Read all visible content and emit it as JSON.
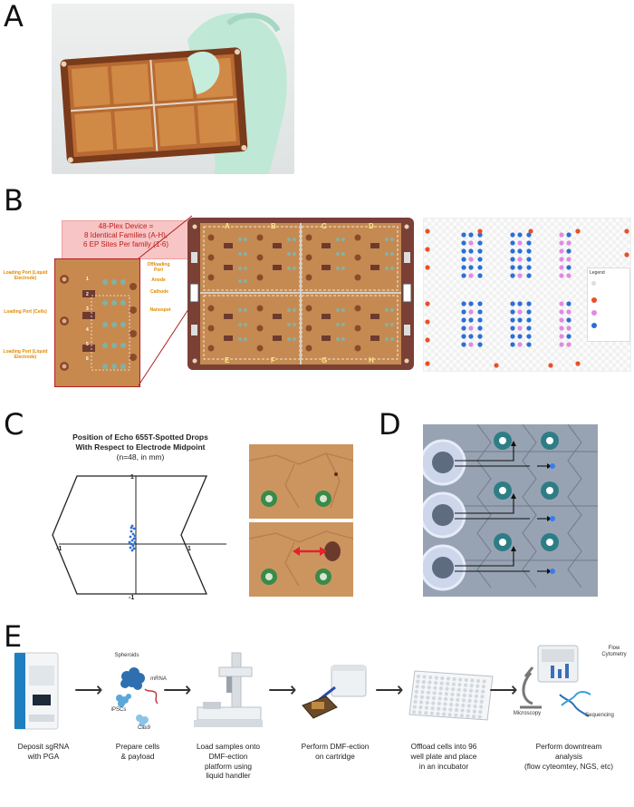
{
  "panels": {
    "a": "A",
    "b": "B",
    "c": "C",
    "d": "D",
    "e": "E"
  },
  "b": {
    "device_title_line1": "48-Plex Device =",
    "device_title_line2": "8 Identical Families (A-H),",
    "device_title_line3": "6 EP Sites Per family (1-6)",
    "left_labels": [
      "Loading Port (Liquid Electrode)",
      "Loading Port (Cells)",
      "Loading Port (Liquid Electrode)"
    ],
    "right_labels": [
      "Offloading Port",
      "Anode",
      "Cathode",
      "Nanospot"
    ],
    "site_numbers": [
      "1",
      "2",
      "3",
      "4",
      "5",
      "6"
    ],
    "family_letters_top": [
      "A",
      "B",
      "C",
      "D"
    ],
    "family_letters_bottom": [
      "E",
      "F",
      "G",
      "H"
    ],
    "legend_title": "Legend",
    "legend_colors": {
      "red": "#e8502a",
      "blue": "#2b6fd6",
      "pink": "#e08be0"
    }
  },
  "c": {
    "title_line1": "Position of Echo 655T-Spotted Drops",
    "title_line2": "With Respect to Electrode Midpoint",
    "title_line3": "(n=48, in mm)",
    "tick_top": "1",
    "tick_bottom": "-1",
    "tick_left": "-1",
    "tick_right": "1"
  },
  "e": {
    "steps": [
      {
        "caption": "Deposit sgRNA\nwith PGA"
      },
      {
        "caption": "Prepare cells\n& payload"
      },
      {
        "caption": "Load samples onto\nDMF-ection\nplatform using\nliquid handler"
      },
      {
        "caption": "Perform DMF-ection\non cartridge"
      },
      {
        "caption": "Offload cells into 96\nwell plate and place\nin an incubator"
      },
      {
        "caption": "Perform downtream\nanalysis\n(flow cyteomtey, NGS, etc)"
      }
    ],
    "icon_labels": {
      "spheroids": "Spheroids",
      "mrna": "mRNA",
      "ipscs": "iPSCs",
      "cas9": "Cas9",
      "microscopy": "Microscopy",
      "flow": "Flow\nCytometry",
      "sequencing": "Sequencing"
    }
  }
}
